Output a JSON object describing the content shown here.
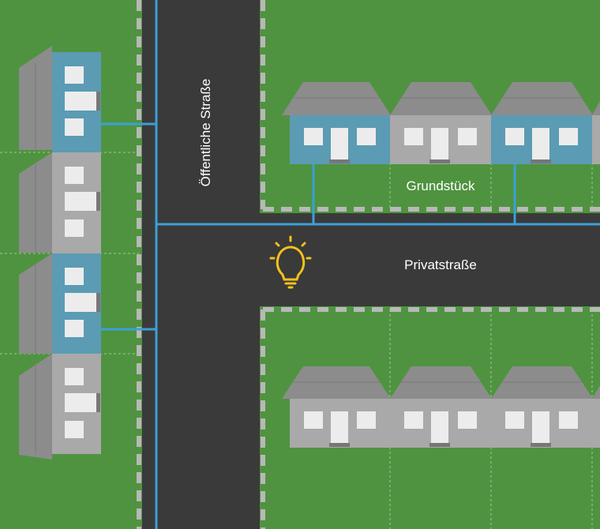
{
  "labels": {
    "public_street": "Öffentliche Straße",
    "private_street": "Privatstraße",
    "plot": "Grundstück"
  },
  "colors": {
    "grass": "#4f9340",
    "road": "#3a3a3a",
    "boundary_dash": "#b8b8b8",
    "pipe": "#3aa0d8",
    "house_connected": "#5b9bb4",
    "house_standard": "#a9a9a9",
    "roof": "#8c8c8c",
    "window": "#ececec",
    "lamp": "#f2c21b"
  },
  "icons": {
    "street_lamp": "lightbulb-icon"
  }
}
